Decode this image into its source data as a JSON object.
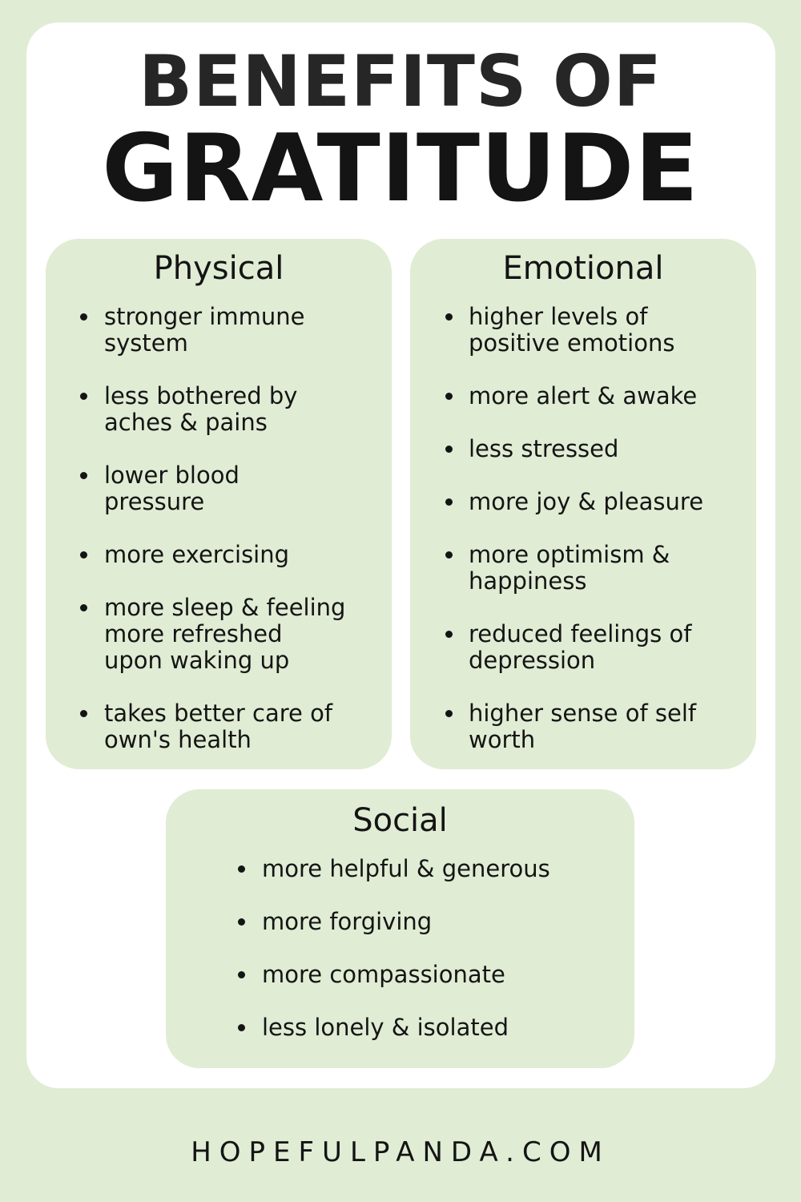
{
  "title": {
    "line1": "BENEFITS OF",
    "line2": "GRATITUDE"
  },
  "physical": {
    "heading": "Physical",
    "items": [
      {
        "line1": "stronger immune",
        "line2": "system"
      },
      {
        "line1": "less bothered by",
        "line2": "aches & pains"
      },
      {
        "line1": "lower blood",
        "line2": "pressure"
      },
      {
        "line1": "more exercising"
      },
      {
        "line1": "more sleep & feeling",
        "line2": "more refreshed",
        "line3": "upon waking up"
      },
      {
        "line1": "takes better care of",
        "line2": "own's health"
      }
    ]
  },
  "emotional": {
    "heading": "Emotional",
    "items": [
      {
        "line1": "higher levels of",
        "line2": "positive emotions"
      },
      {
        "line1": "more alert & awake"
      },
      {
        "line1": "less stressed"
      },
      {
        "line1": "more joy & pleasure"
      },
      {
        "line1": "more optimism &",
        "line2": "happiness"
      },
      {
        "line1": "reduced feelings of",
        "line2": "depression"
      },
      {
        "line1": "higher sense of self",
        "line2": "worth"
      }
    ]
  },
  "social": {
    "heading": "Social",
    "items": [
      {
        "line1": "more helpful & generous"
      },
      {
        "line1": "more forgiving"
      },
      {
        "line1": "more compassionate"
      },
      {
        "line1": "less lonely & isolated"
      }
    ]
  },
  "footer": "HOPEFULPANDA.COM",
  "colors": {
    "background": "#e0ecd4",
    "card": "#ffffff",
    "panel": "#e0ecd4",
    "text": "#141414"
  }
}
